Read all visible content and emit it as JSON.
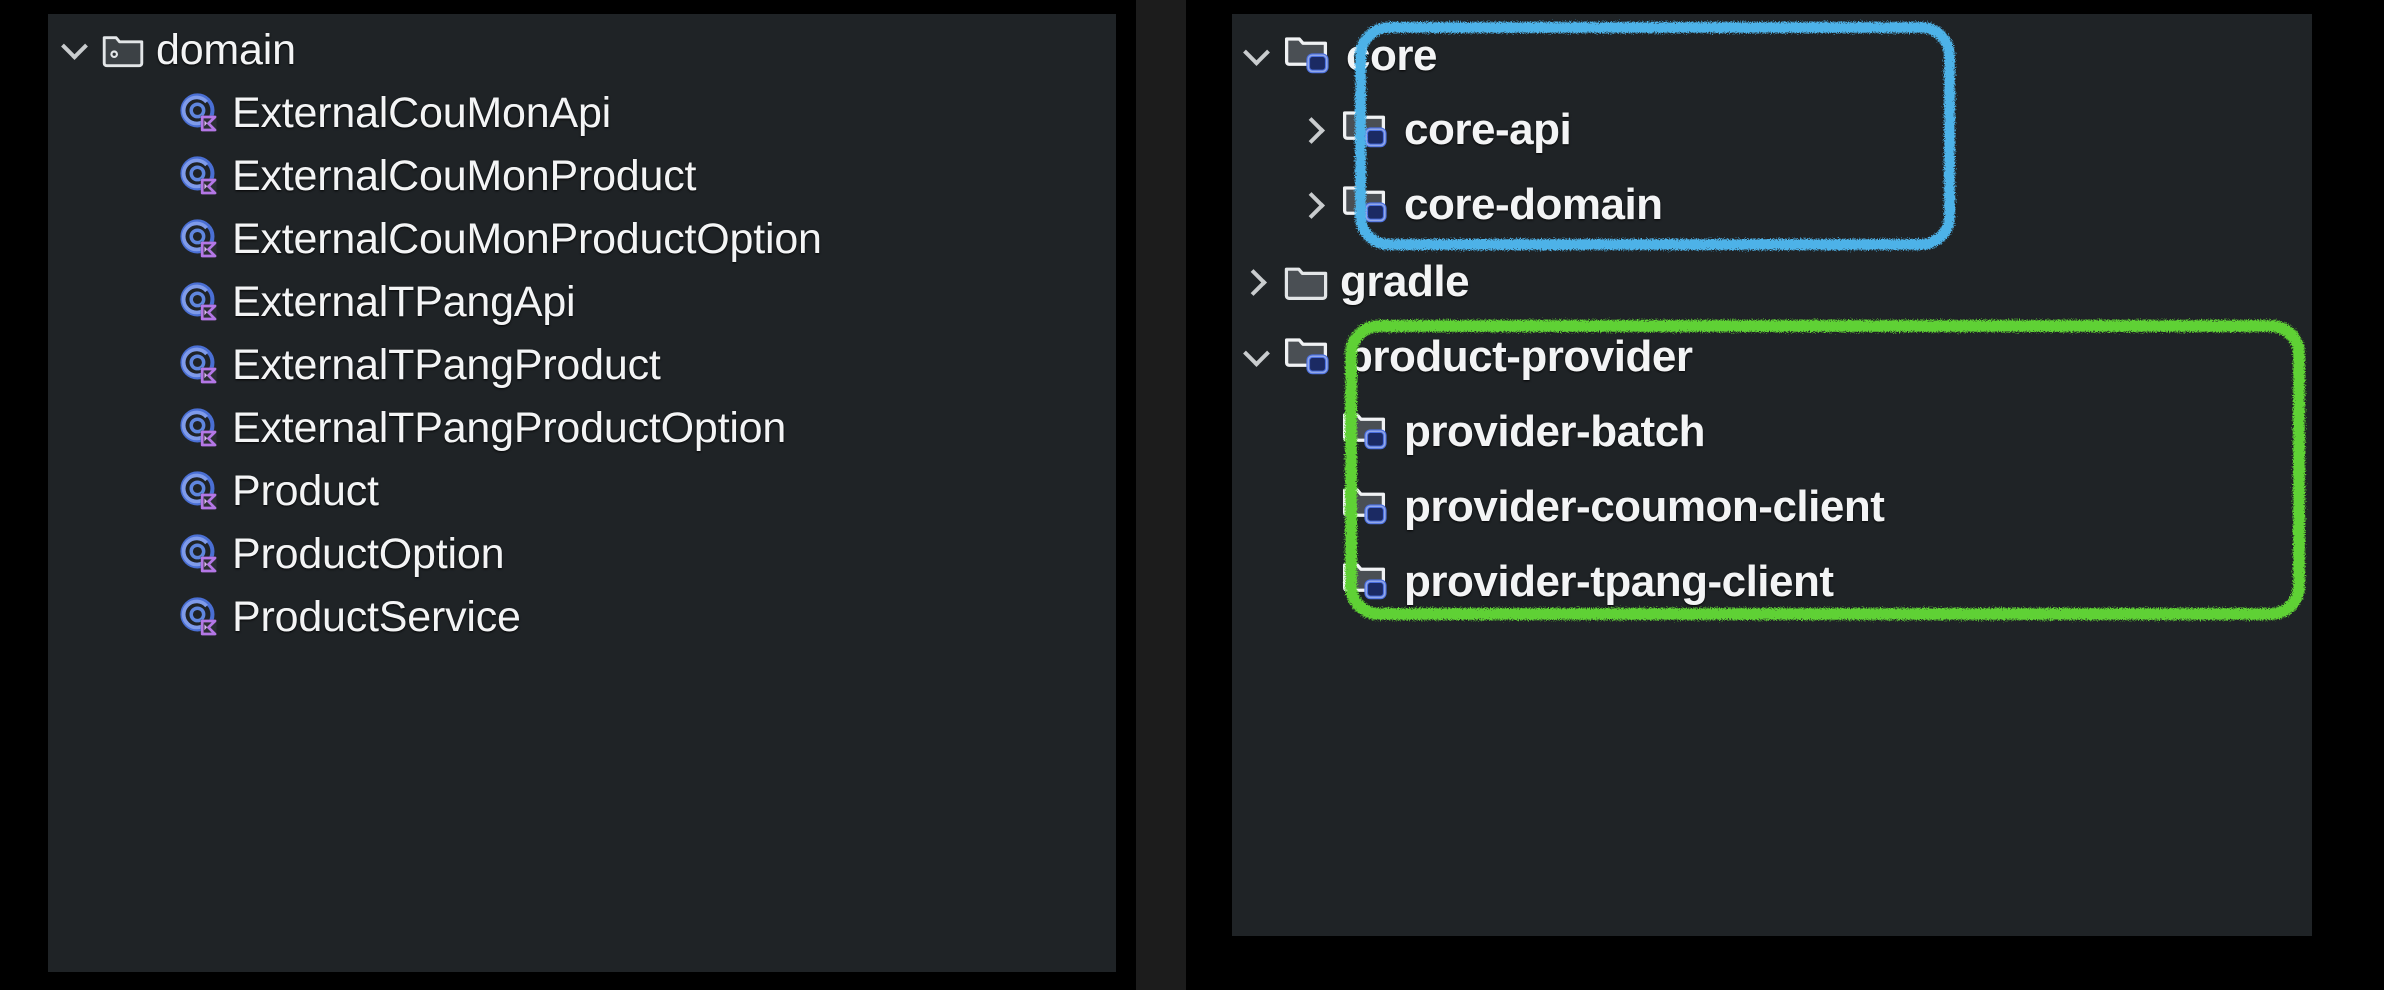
{
  "theme": {
    "background": "#000000",
    "panel_background": "#1f2326",
    "text_color": "#f3f4f5",
    "highlight_blue": "#4db2e8",
    "highlight_green": "#5ed134",
    "module_badge_blue": "#3b5bdb",
    "kotlin_badge_purple": "#a763d8",
    "class_icon_blue": "#4a6fd4"
  },
  "left_panel": {
    "name": "project-tree-domain-package",
    "root": {
      "label": "domain",
      "icon": "package-folder-icon",
      "expanded": true,
      "chevron": "chevron-down-icon"
    },
    "children": [
      {
        "label": "ExternalCouMonApi",
        "icon": "kotlin-class-icon"
      },
      {
        "label": "ExternalCouMonProduct",
        "icon": "kotlin-class-icon"
      },
      {
        "label": "ExternalCouMonProductOption",
        "icon": "kotlin-class-icon"
      },
      {
        "label": "ExternalTPangApi",
        "icon": "kotlin-class-icon"
      },
      {
        "label": "ExternalTPangProduct",
        "icon": "kotlin-class-icon"
      },
      {
        "label": "ExternalTPangProductOption",
        "icon": "kotlin-class-icon"
      },
      {
        "label": "Product",
        "icon": "kotlin-class-icon"
      },
      {
        "label": "ProductOption",
        "icon": "kotlin-class-icon"
      },
      {
        "label": "ProductService",
        "icon": "kotlin-class-icon"
      }
    ]
  },
  "right_panel": {
    "name": "project-tree-modules",
    "rows": [
      {
        "label": "core",
        "icon": "module-folder-icon",
        "chevron": "chevron-down-icon",
        "level": 0,
        "highlight": "blue"
      },
      {
        "label": "core-api",
        "icon": "module-folder-icon",
        "chevron": "chevron-right-icon",
        "level": 1,
        "highlight": "blue"
      },
      {
        "label": "core-domain",
        "icon": "module-folder-icon",
        "chevron": "chevron-right-icon",
        "level": 1,
        "highlight": "blue"
      },
      {
        "label": "gradle",
        "icon": "folder-icon",
        "chevron": "chevron-right-icon",
        "level": 0,
        "highlight": "none"
      },
      {
        "label": "product-provider",
        "icon": "module-folder-icon",
        "chevron": "chevron-down-icon",
        "level": 0,
        "highlight": "green"
      },
      {
        "label": "provider-batch",
        "icon": "module-folder-icon",
        "chevron": "none",
        "level": 1,
        "highlight": "green"
      },
      {
        "label": "provider-coumon-client",
        "icon": "module-folder-icon",
        "chevron": "none",
        "level": 1,
        "highlight": "green"
      },
      {
        "label": "provider-tpang-client",
        "icon": "module-folder-icon",
        "chevron": "none",
        "level": 1,
        "highlight": "green"
      }
    ]
  },
  "annotations": [
    {
      "name": "core-module-highlight",
      "color": "#4db2e8",
      "shape": "rounded-rectangle"
    },
    {
      "name": "product-provider-module-highlight",
      "color": "#5ed134",
      "shape": "rounded-rectangle"
    }
  ]
}
